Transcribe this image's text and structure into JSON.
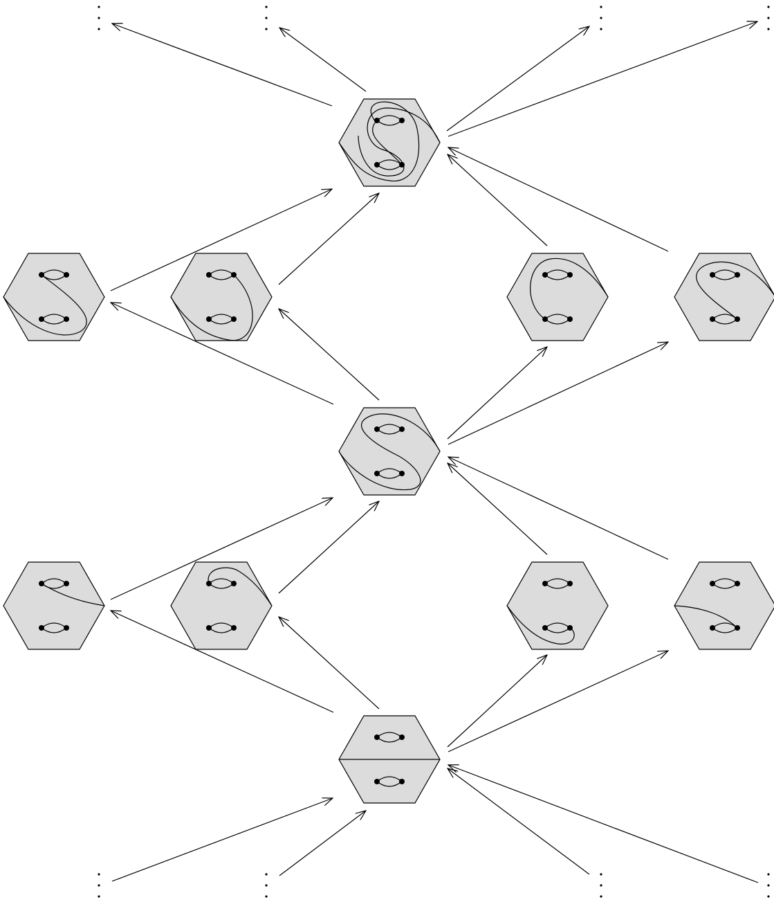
{
  "diagram": {
    "nodes": [
      {
        "id": "top-center"
      },
      {
        "id": "upper-far-left"
      },
      {
        "id": "upper-left"
      },
      {
        "id": "upper-right"
      },
      {
        "id": "upper-far-right"
      },
      {
        "id": "mid-center"
      },
      {
        "id": "lower-far-left"
      },
      {
        "id": "lower-left"
      },
      {
        "id": "lower-right"
      },
      {
        "id": "lower-far-right"
      },
      {
        "id": "bottom-center"
      }
    ],
    "edges": [
      {
        "from": "top-center",
        "to": "continuation-top-1"
      },
      {
        "from": "top-center",
        "to": "continuation-top-2"
      },
      {
        "from": "top-center",
        "to": "continuation-top-3"
      },
      {
        "from": "top-center",
        "to": "continuation-top-4"
      },
      {
        "from": "upper-far-left",
        "to": "top-center"
      },
      {
        "from": "upper-left",
        "to": "top-center"
      },
      {
        "from": "upper-right",
        "to": "top-center"
      },
      {
        "from": "upper-far-right",
        "to": "top-center"
      },
      {
        "from": "mid-center",
        "to": "upper-far-left"
      },
      {
        "from": "mid-center",
        "to": "upper-left"
      },
      {
        "from": "mid-center",
        "to": "upper-right"
      },
      {
        "from": "mid-center",
        "to": "upper-far-right"
      },
      {
        "from": "lower-far-left",
        "to": "mid-center"
      },
      {
        "from": "lower-left",
        "to": "mid-center"
      },
      {
        "from": "lower-right",
        "to": "mid-center"
      },
      {
        "from": "lower-far-right",
        "to": "mid-center"
      },
      {
        "from": "bottom-center",
        "to": "lower-far-left"
      },
      {
        "from": "bottom-center",
        "to": "lower-left"
      },
      {
        "from": "bottom-center",
        "to": "lower-right"
      },
      {
        "from": "bottom-center",
        "to": "lower-far-right"
      },
      {
        "from": "continuation-bottom-1",
        "to": "bottom-center"
      },
      {
        "from": "continuation-bottom-2",
        "to": "bottom-center"
      },
      {
        "from": "continuation-bottom-3",
        "to": "bottom-center"
      },
      {
        "from": "continuation-bottom-4",
        "to": "bottom-center"
      }
    ],
    "continuation_marks": [
      "top-1",
      "top-2",
      "top-3",
      "top-4",
      "bottom-1",
      "bottom-2",
      "bottom-3",
      "bottom-4"
    ],
    "colors": {
      "node_fill": "#dcdcdc",
      "stroke": "#000000"
    }
  }
}
